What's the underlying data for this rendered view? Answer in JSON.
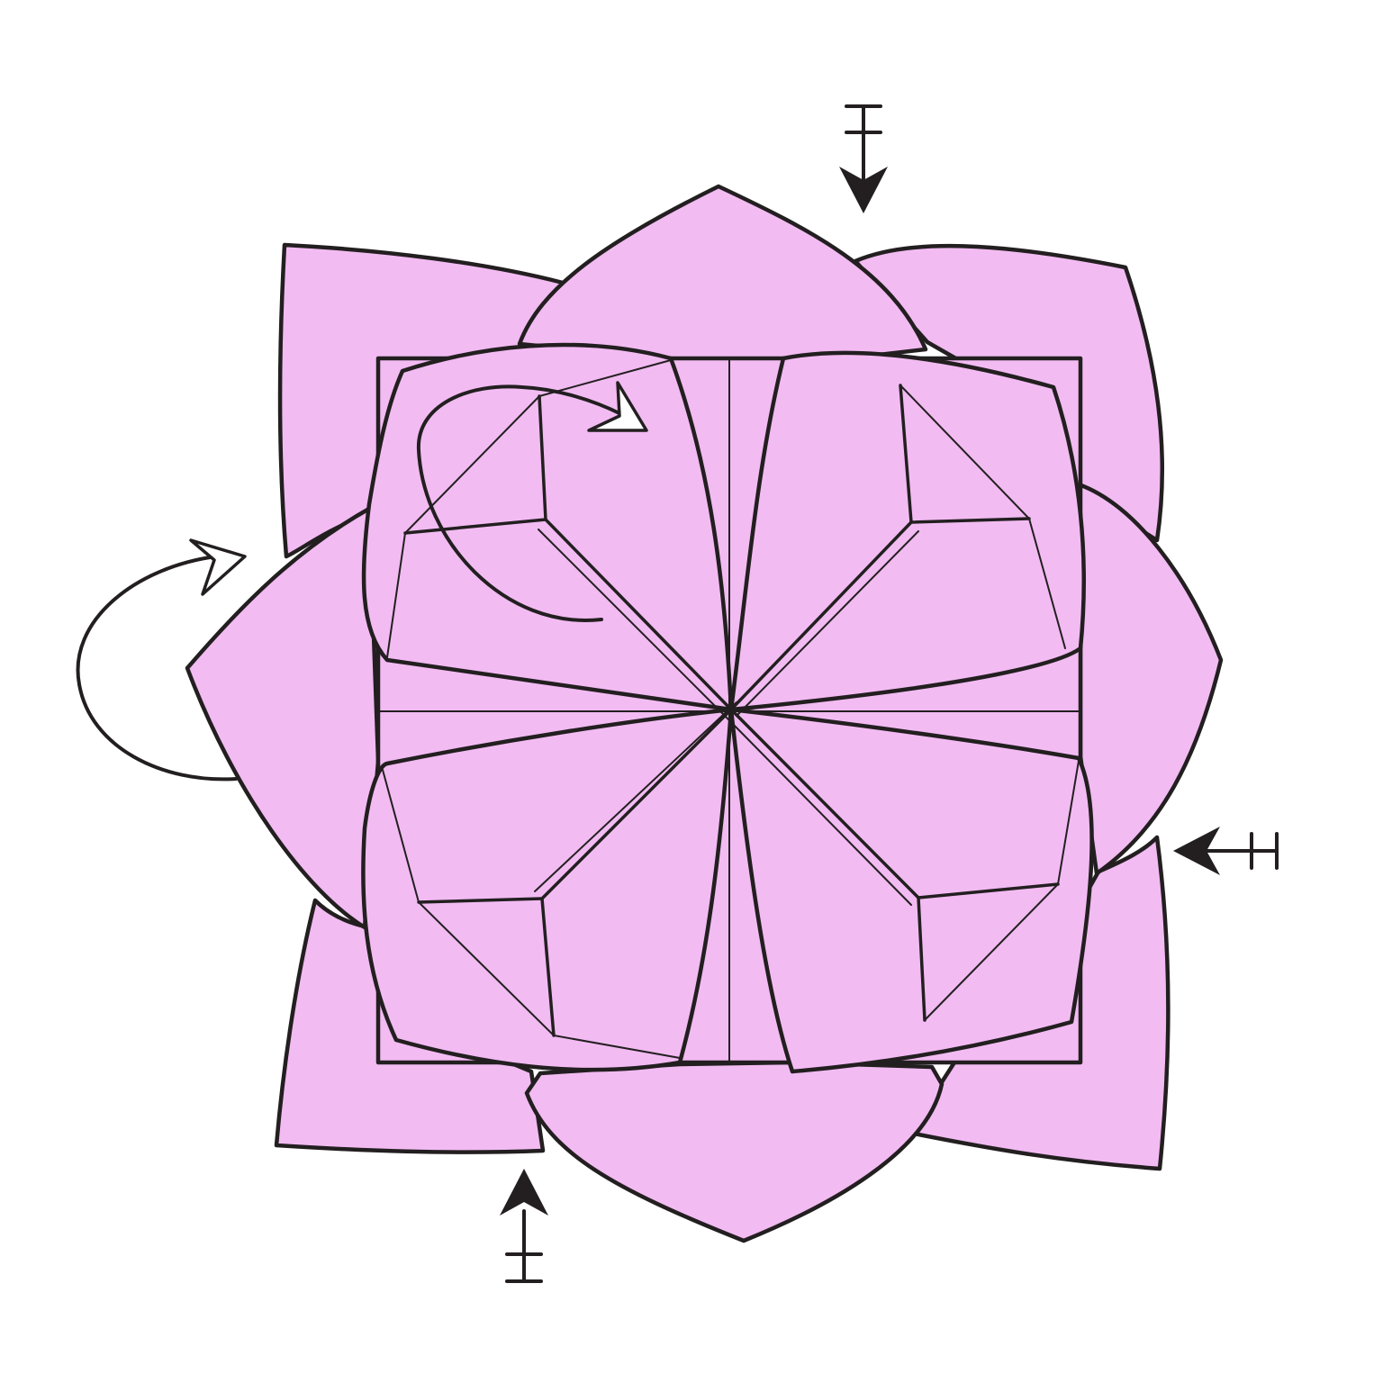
{
  "diagram": {
    "subject": "origami-lotus-folding-step",
    "colors": {
      "paper": "#f2bbf2",
      "line": "#231f20",
      "background": "#ffffff",
      "arrow_fill": "#231f20",
      "arrow_hollow": "#ffffff"
    },
    "symbols": {
      "push_arrows": [
        "push-arrow-top",
        "push-arrow-right",
        "push-arrow-bottom"
      ],
      "turn_over_arrows": [
        "turn-arrow-top-left-inner",
        "turn-arrow-left-outer"
      ]
    }
  }
}
